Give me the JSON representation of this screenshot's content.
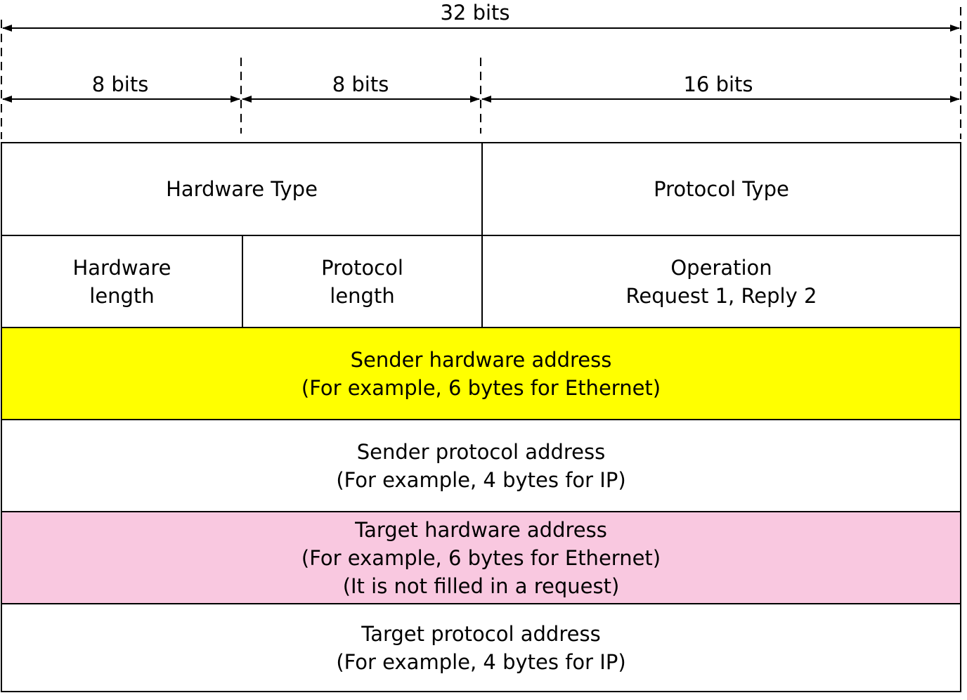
{
  "dimensions": {
    "total": "32 bits",
    "field1": "8 bits",
    "field2": "8 bits",
    "field3": "16 bits"
  },
  "fields": {
    "hardware_type": "Hardware Type",
    "protocol_type": "Protocol Type",
    "hardware_length": [
      "Hardware",
      "length"
    ],
    "protocol_length": [
      "Protocol",
      "length"
    ],
    "operation": [
      "Operation",
      "Request 1, Reply 2"
    ],
    "sender_hardware_address": [
      "Sender hardware address",
      "(For example, 6 bytes for Ethernet)"
    ],
    "sender_protocol_address": [
      "Sender protocol address",
      "(For example, 4 bytes for IP)"
    ],
    "target_hardware_address": [
      "Target hardware address",
      "(For example, 6 bytes for Ethernet)",
      "(It is not filled in a request)"
    ],
    "target_protocol_address": [
      "Target protocol address",
      "(For example, 4 bytes for IP)"
    ]
  },
  "colors": {
    "sender_hardware_address": "#ffff00",
    "target_hardware_address": "#f9c8e0",
    "default": "#ffffff",
    "line": "#000000"
  }
}
